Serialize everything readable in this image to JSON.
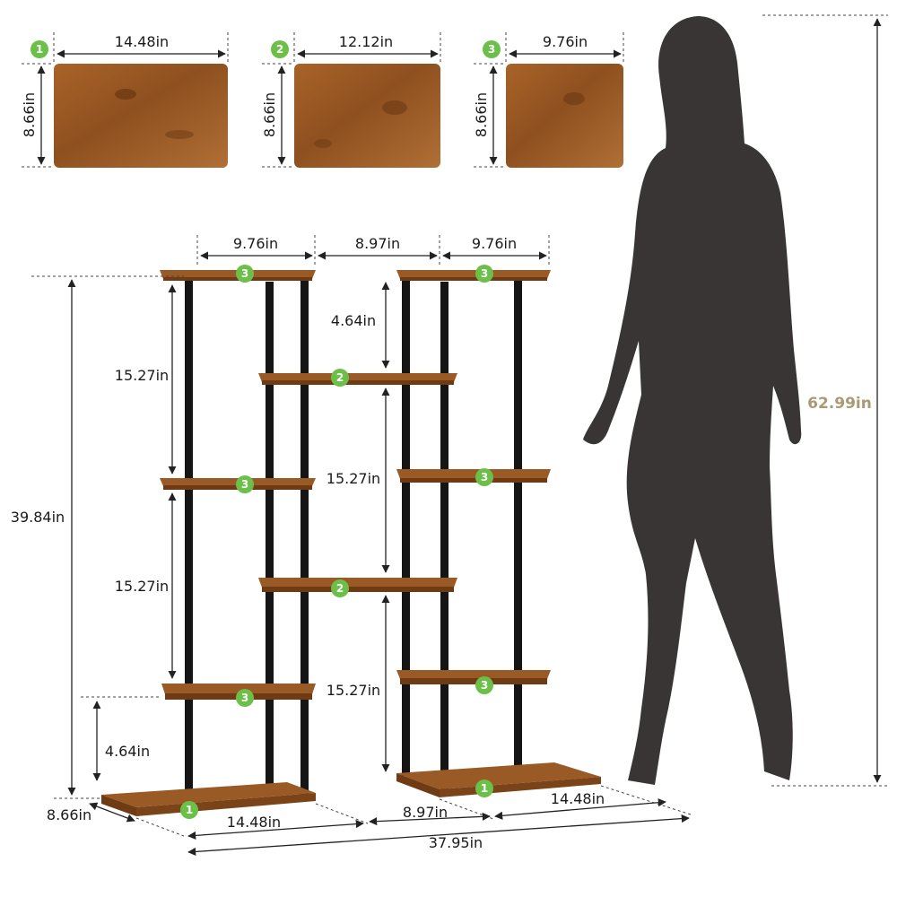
{
  "colors": {
    "wood": "#9a5a26",
    "wood_dark": "#6f3b14",
    "wood_light": "#b8743a",
    "pole": "#151515",
    "badge": "#6cc04a",
    "silhouette": "#3a3535",
    "line": "#222222",
    "height_label": "#a89a72"
  },
  "panels": [
    {
      "badge": "1",
      "width": "14.48in",
      "depth": "8.66in"
    },
    {
      "badge": "2",
      "width": "12.12in",
      "depth": "8.66in"
    },
    {
      "badge": "3",
      "width": "9.76in",
      "depth": "8.66in"
    }
  ],
  "top_widths": {
    "left": "9.76in",
    "gap": "8.97in",
    "right": "9.76in"
  },
  "gaps": {
    "left_upper": "15.27in",
    "left_lower": "15.27in",
    "left_bottom": "4.64in",
    "mid_top": "4.64in",
    "mid_upper": "15.27in",
    "mid_lower": "15.27in"
  },
  "total_height": "39.84in",
  "base": {
    "depth": "8.66in",
    "left_width": "14.48in",
    "gap": "8.97in",
    "right_width": "14.48in",
    "total_width": "37.95in"
  },
  "person_height": "62.99in",
  "shelf_badges": {
    "top_left": "3",
    "top_right": "3",
    "mid_2a": "2",
    "mid_2b": "2",
    "left_3a": "3",
    "left_3b": "3",
    "right_3a": "3",
    "right_3b": "3",
    "base_left": "1",
    "base_right": "1"
  }
}
